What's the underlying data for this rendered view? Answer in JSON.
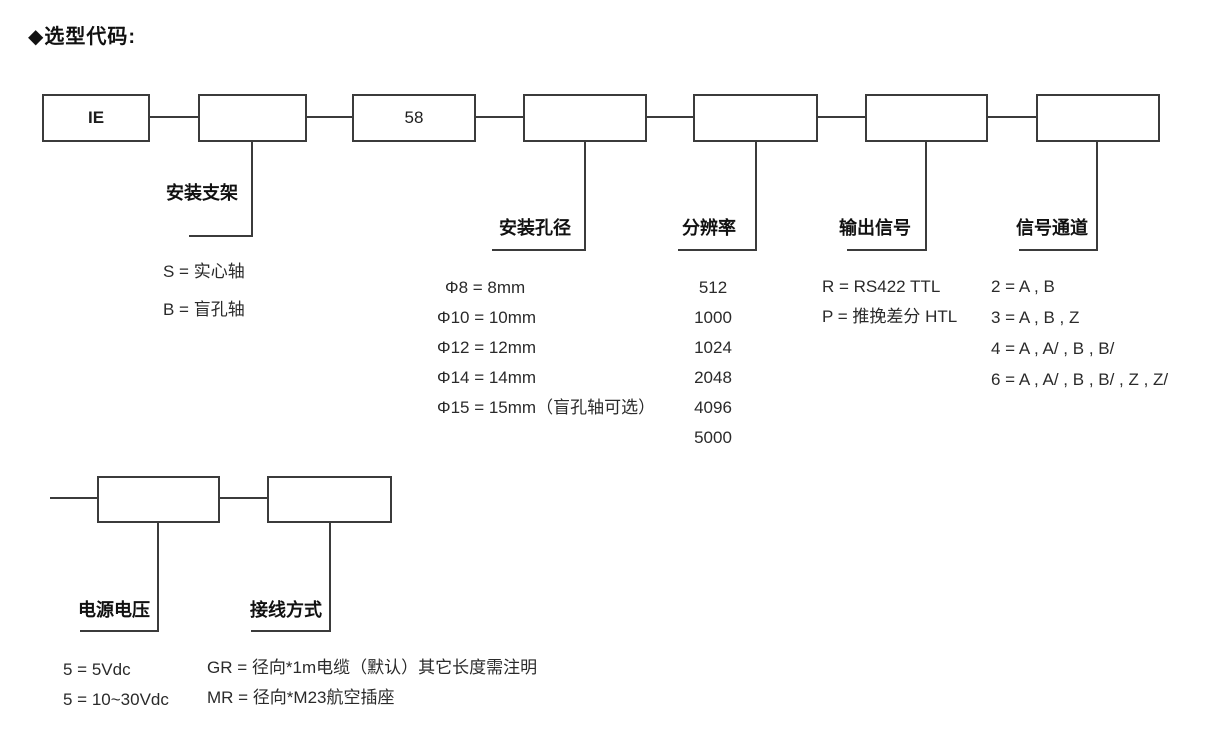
{
  "title": "◆选型代码:",
  "code_boxes": {
    "series": "IE",
    "size": "58"
  },
  "groups": {
    "bracket": {
      "label": "安装支架",
      "options": [
        "S = 实心轴",
        "B = 盲孔轴"
      ]
    },
    "bore": {
      "label": "安装孔径",
      "options": [
        "Φ8 = 8mm",
        "Φ10 = 10mm",
        "Φ12 = 12mm",
        "Φ14 = 14mm",
        "Φ15 = 15mm（盲孔轴可选）"
      ]
    },
    "resolution": {
      "label": "分辨率",
      "options": [
        "512",
        "1000",
        "1024",
        "2048",
        "4096",
        "5000"
      ]
    },
    "output": {
      "label": "输出信号",
      "options": [
        "R = RS422 TTL",
        "P = 推挽差分 HTL"
      ]
    },
    "channels": {
      "label": "信号通道",
      "options": [
        "2 = A , B",
        "3 = A , B , Z",
        "4 = A , A/ , B , B/",
        "6 = A , A/ , B , B/ , Z , Z/"
      ]
    },
    "power": {
      "label": "电源电压",
      "options": [
        "5 = 5Vdc",
        "5 = 10~30Vdc"
      ]
    },
    "wiring": {
      "label": "接线方式",
      "options": [
        "GR = 径向*1m电缆（默认）其它长度需注明",
        "MR = 径向*M23航空插座"
      ]
    }
  }
}
